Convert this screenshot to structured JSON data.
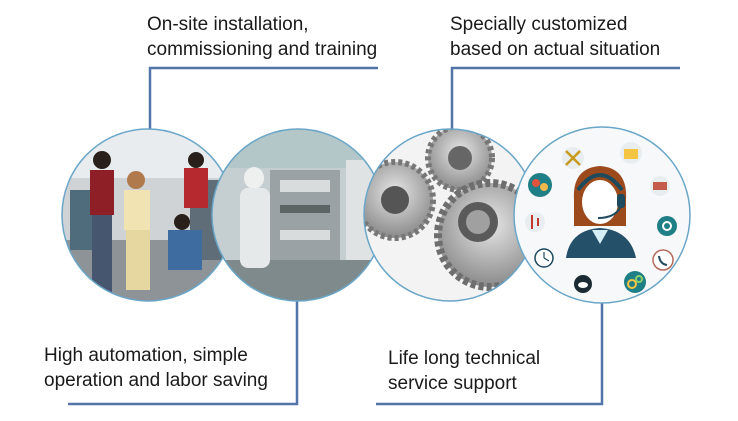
{
  "features": [
    {
      "id": "installation",
      "lines": [
        "On-site installation,",
        "commissioning and training"
      ],
      "image": "factory-workers-photo"
    },
    {
      "id": "automation",
      "lines": [
        "High automation, simple",
        "operation and labor saving"
      ],
      "image": "cleanroom-production-line-photo"
    },
    {
      "id": "customized",
      "lines": [
        "Specially customized",
        "based on actual situation"
      ],
      "image": "gears-photo"
    },
    {
      "id": "support",
      "lines": [
        "Life long technical",
        "service support"
      ],
      "image": "customer-service-illustration"
    }
  ],
  "colors": {
    "connector": "#5374a8",
    "circle_border": "#6aa6c8",
    "text": "#1a1a1a"
  }
}
